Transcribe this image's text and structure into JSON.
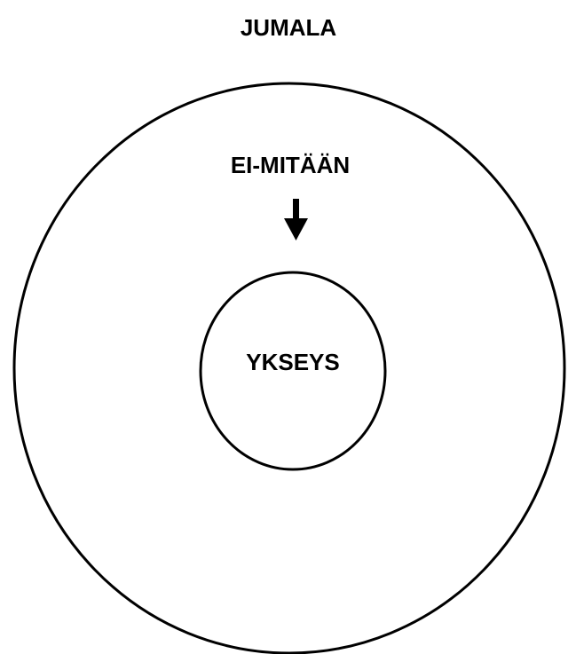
{
  "diagram": {
    "outer_label": "JUMALA",
    "middle_label": "EI-MITÄÄN",
    "inner_label": "YKSEYS",
    "stroke_color": "#000000",
    "background_color": "#ffffff",
    "text_color": "#000000",
    "arrow_icon": "arrow-down-icon"
  }
}
